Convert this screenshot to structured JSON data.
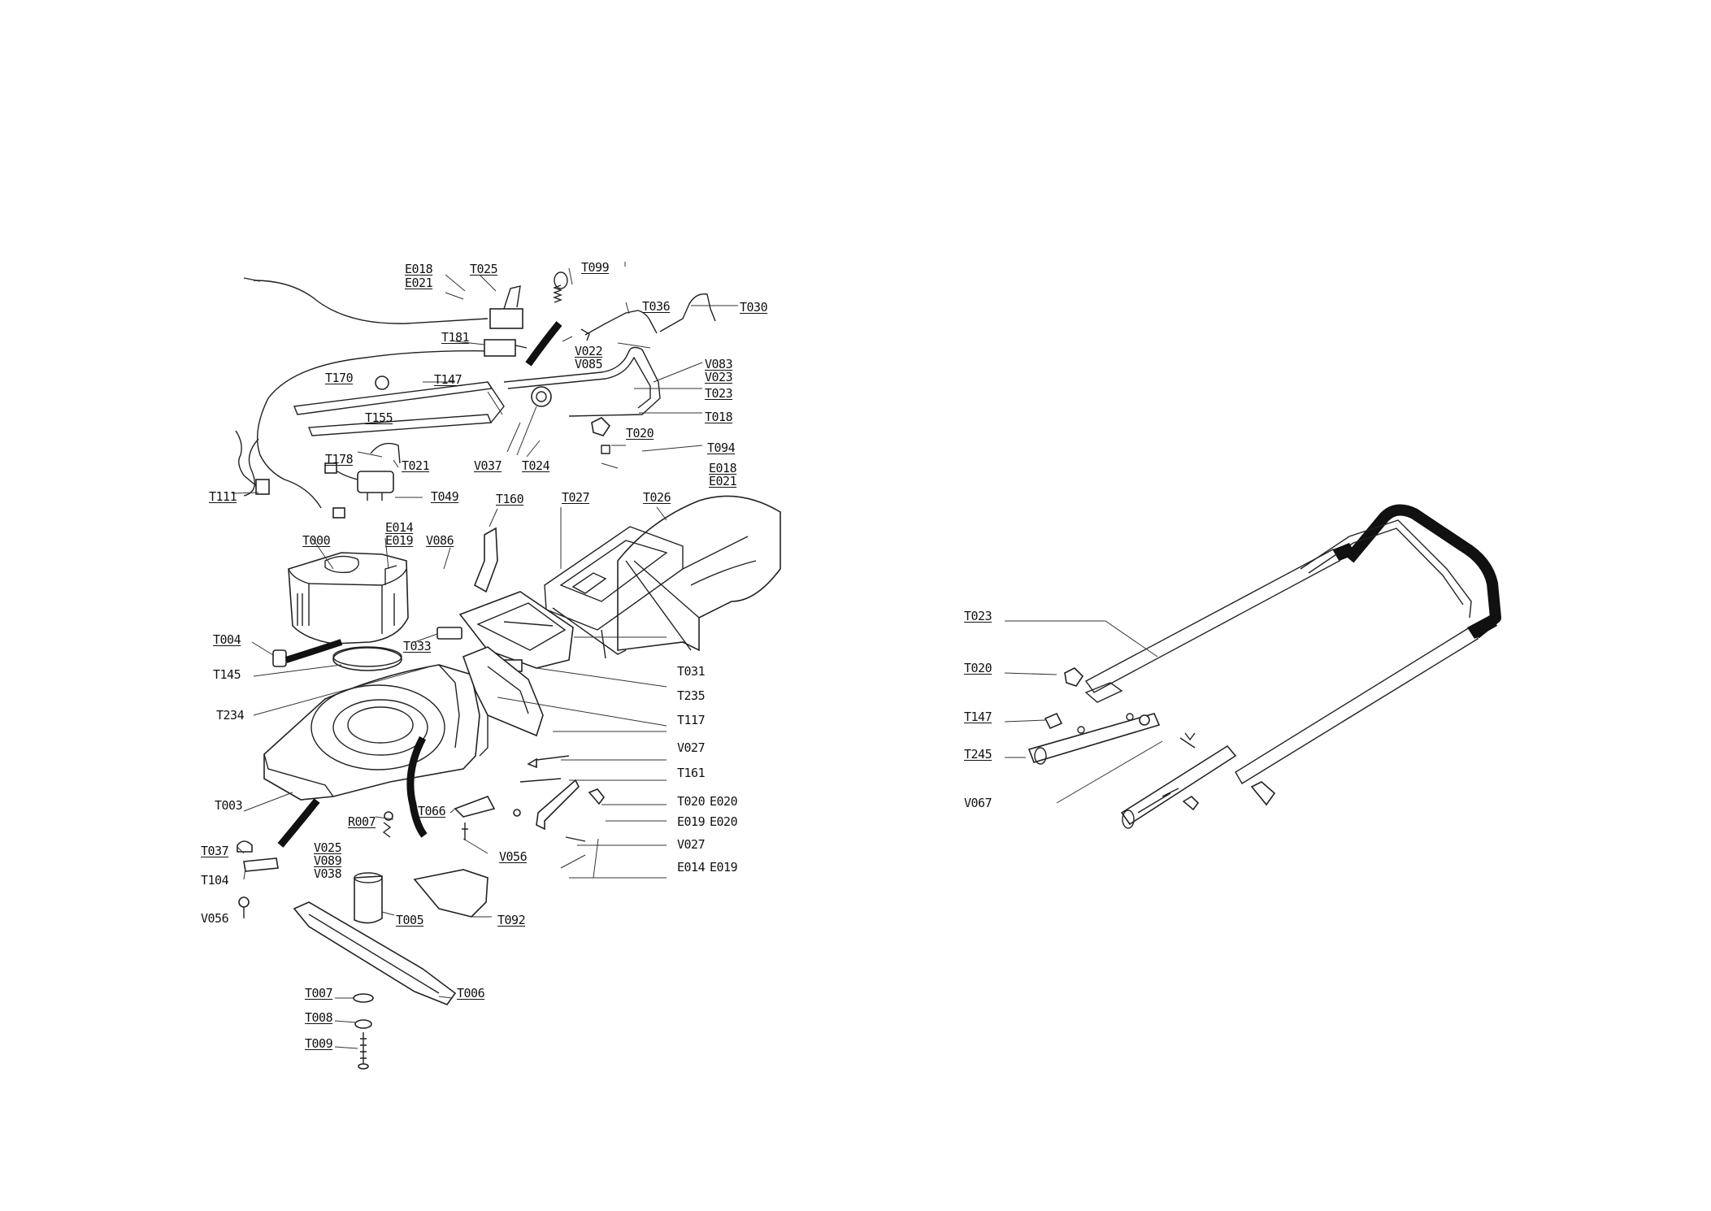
{
  "left_diagram": {
    "labels": [
      {
        "id": "E018a",
        "text": "E018"
      },
      {
        "id": "E021a",
        "text": "E021"
      },
      {
        "id": "T025",
        "text": "T025"
      },
      {
        "id": "T099",
        "text": "T099"
      },
      {
        "id": "T036",
        "text": "T036"
      },
      {
        "id": "T030",
        "text": "T030"
      },
      {
        "id": "T181",
        "text": "T181"
      },
      {
        "id": "V022",
        "text": "V022"
      },
      {
        "id": "V085",
        "text": "V085"
      },
      {
        "id": "V083",
        "text": "V083"
      },
      {
        "id": "V023",
        "text": "V023"
      },
      {
        "id": "T170",
        "text": "T170"
      },
      {
        "id": "T147",
        "text": "T147"
      },
      {
        "id": "T023",
        "text": "T023"
      },
      {
        "id": "T018",
        "text": "T018"
      },
      {
        "id": "T155",
        "text": "T155"
      },
      {
        "id": "T020",
        "text": "T020"
      },
      {
        "id": "T094",
        "text": "T094"
      },
      {
        "id": "T178",
        "text": "T178"
      },
      {
        "id": "T021",
        "text": "T021"
      },
      {
        "id": "V037",
        "text": "V037"
      },
      {
        "id": "T024",
        "text": "T024"
      },
      {
        "id": "E018b",
        "text": "E018"
      },
      {
        "id": "E021b",
        "text": "E021"
      },
      {
        "id": "T111",
        "text": "T111"
      },
      {
        "id": "T049",
        "text": "T049"
      },
      {
        "id": "T160",
        "text": "T160"
      },
      {
        "id": "T027",
        "text": "T027"
      },
      {
        "id": "T026",
        "text": "T026"
      },
      {
        "id": "T000",
        "text": "T000"
      },
      {
        "id": "E014a",
        "text": "E014"
      },
      {
        "id": "E019a",
        "text": "E019"
      },
      {
        "id": "V086",
        "text": "V086"
      },
      {
        "id": "T004",
        "text": "T004"
      },
      {
        "id": "T033",
        "text": "T033"
      },
      {
        "id": "T031",
        "text": "T031"
      },
      {
        "id": "T145",
        "text": "T145"
      },
      {
        "id": "T235",
        "text": "T235"
      },
      {
        "id": "T234",
        "text": "T234"
      },
      {
        "id": "T117",
        "text": "T117"
      },
      {
        "id": "V027a",
        "text": "V027"
      },
      {
        "id": "T161",
        "text": "T161"
      },
      {
        "id": "T003",
        "text": "T003"
      },
      {
        "id": "T020b",
        "text": "T020"
      },
      {
        "id": "E020a",
        "text": "E020"
      },
      {
        "id": "R007",
        "text": "R007"
      },
      {
        "id": "T066",
        "text": "T066"
      },
      {
        "id": "E019b",
        "text": "E019"
      },
      {
        "id": "E020b",
        "text": "E020"
      },
      {
        "id": "T037",
        "text": "T037"
      },
      {
        "id": "V025",
        "text": "V025"
      },
      {
        "id": "V089",
        "text": "V089"
      },
      {
        "id": "V038",
        "text": "V038"
      },
      {
        "id": "V027b",
        "text": "V027"
      },
      {
        "id": "T104",
        "text": "T104"
      },
      {
        "id": "V056a",
        "text": "V056"
      },
      {
        "id": "E014b",
        "text": "E014"
      },
      {
        "id": "E019c",
        "text": "E019"
      },
      {
        "id": "V056b",
        "text": "V056"
      },
      {
        "id": "T005",
        "text": "T005"
      },
      {
        "id": "T092",
        "text": "T092"
      },
      {
        "id": "T006",
        "text": "T006"
      },
      {
        "id": "T007",
        "text": "T007"
      },
      {
        "id": "T008",
        "text": "T008"
      },
      {
        "id": "T009",
        "text": "T009"
      }
    ]
  },
  "right_diagram": {
    "labels": [
      {
        "id": "R_T023",
        "text": "T023"
      },
      {
        "id": "R_T020",
        "text": "T020"
      },
      {
        "id": "R_T147",
        "text": "T147"
      },
      {
        "id": "R_T245",
        "text": "T245"
      },
      {
        "id": "R_V067",
        "text": "V067"
      }
    ]
  }
}
